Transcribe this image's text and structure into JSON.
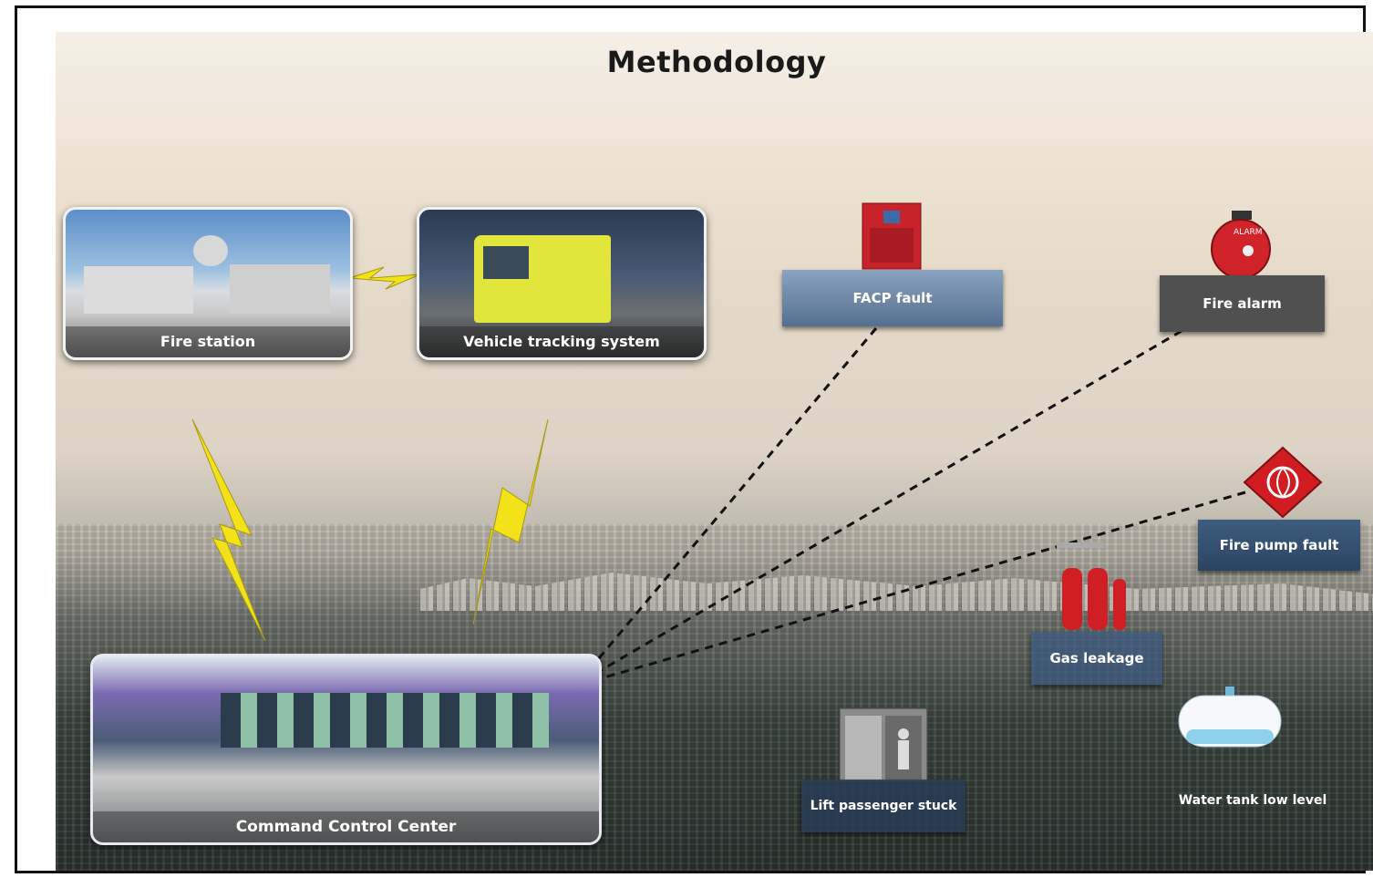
{
  "title": "Methodology",
  "nodes": {
    "fire_station": "Fire station",
    "vehicle_tracking": "Vehicle tracking system",
    "command_center": "Command Control Center",
    "facp_fault": "FACP fault",
    "fire_alarm": "Fire alarm",
    "fire_pump_fault": "Fire pump fault",
    "gas_leakage": "Gas leakage",
    "lift_passenger": "Lift passenger stuck",
    "water_tank": "Water tank low level"
  },
  "alarm_bell_text": "ALARM",
  "colors": {
    "lightning": "#f3e21a",
    "label_blue": "#5c7494",
    "label_dark": "#555555",
    "facp_red": "#c8222a",
    "connector": "#111111"
  },
  "icons": [
    "lightning-icon",
    "facp-panel-icon",
    "alarm-bell-icon",
    "fire-pump-icon",
    "extinguisher-icon",
    "elevator-icon",
    "water-tank-icon"
  ]
}
